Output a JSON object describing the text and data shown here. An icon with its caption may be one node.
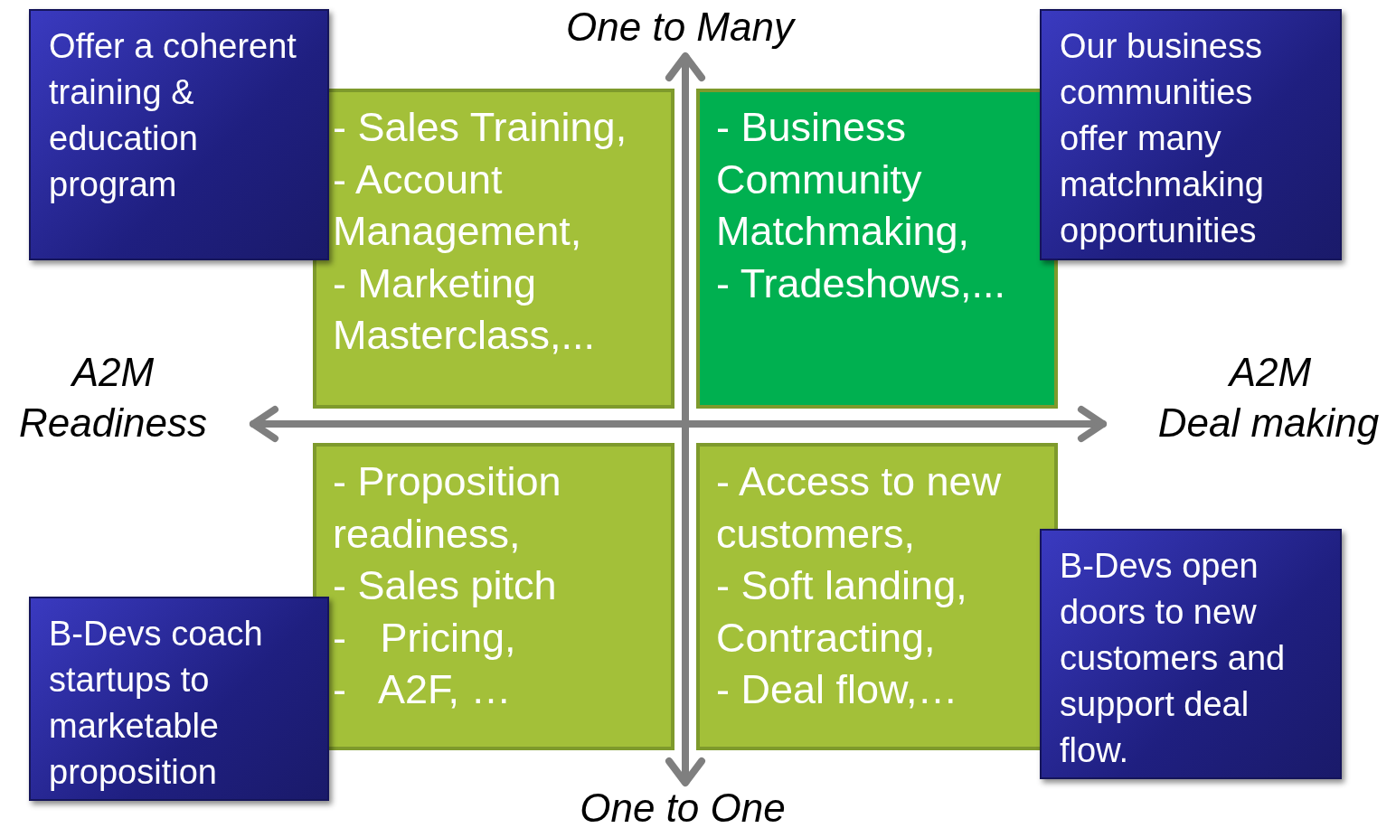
{
  "diagram": {
    "nodes": [
      {
        "text": [
          "Offer a coherent training & education program"
        ]
      },
      {
        "text": [
          "- Sales Training,",
          "- Account Management,",
          "- Marketing Masterclass,..."
        ]
      },
      {
        "text": [
          "- Business Community Matchmaking,",
          "- Tradeshows,..."
        ]
      },
      {
        "text": [
          "Our business communities offer many matchmaking opportunities"
        ]
      },
      {
        "text": [
          "- Proposition readiness,",
          "- Sales pitch",
          "-   Pricing,",
          "-   A2F, …"
        ]
      },
      {
        "text": [
          "- Access to new customers,",
          "- Soft landing, Contracting,",
          "- Deal flow,…"
        ]
      },
      {
        "text": [
          "B-Devs open doors to new customers and support deal flow."
        ]
      },
      {
        "text": [
          "B-Devs coach startups to marketable proposition"
        ]
      }
    ],
    "edges": [],
    "labels": [
      "One to Many",
      "A2M",
      "Readiness",
      "A2M",
      "Deal making",
      "One to One"
    ]
  }
}
